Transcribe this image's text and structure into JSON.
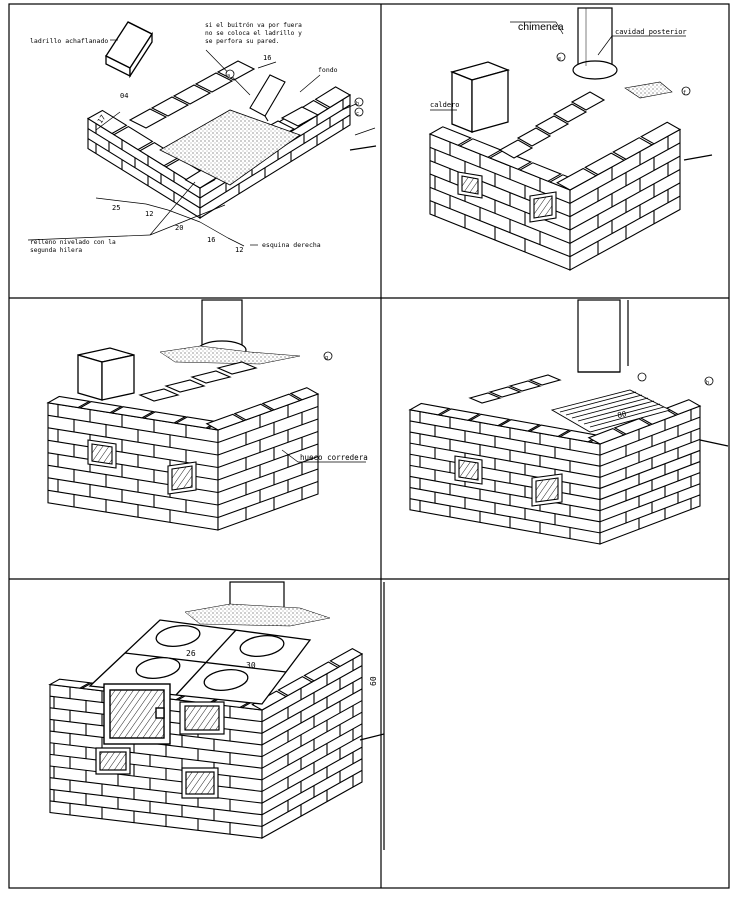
{
  "panels": [
    {
      "id": "p1",
      "labels": {
        "beveled_brick": "ladrillo achaflanado",
        "flue_note_1": "si el buitrón va por fuera",
        "flue_note_2": "no se coloca el ladrillo y",
        "flue_note_3": "se perfora su pared.",
        "back": "fondo",
        "fill_note_1": "relleno nivelado con la",
        "fill_note_2": "segunda hilera",
        "right_corner": "esquina derecha",
        "m_04": "04",
        "m_17": "17",
        "m_16": "16",
        "m_25": "25",
        "m_12a": "12",
        "m_20": "20",
        "m_16b": "16",
        "m_12b": "12",
        "circle_a": "a",
        "circle_b": "b",
        "circle_c": "c"
      }
    },
    {
      "id": "p2",
      "labels": {
        "chimney": "chimenea",
        "back_cavity": "cavidad posterior",
        "boiler": "caldero",
        "circle_e": "e",
        "circle_f": "f"
      }
    },
    {
      "id": "p3",
      "labels": {
        "slide_opening": "hueco corredera",
        "circle_g": "g"
      }
    },
    {
      "id": "p4",
      "labels": {
        "m_80": "80",
        "circle_h": "h"
      }
    },
    {
      "id": "p5",
      "labels": {
        "m_26": "26",
        "m_30": "30",
        "m_60": "60"
      }
    }
  ]
}
